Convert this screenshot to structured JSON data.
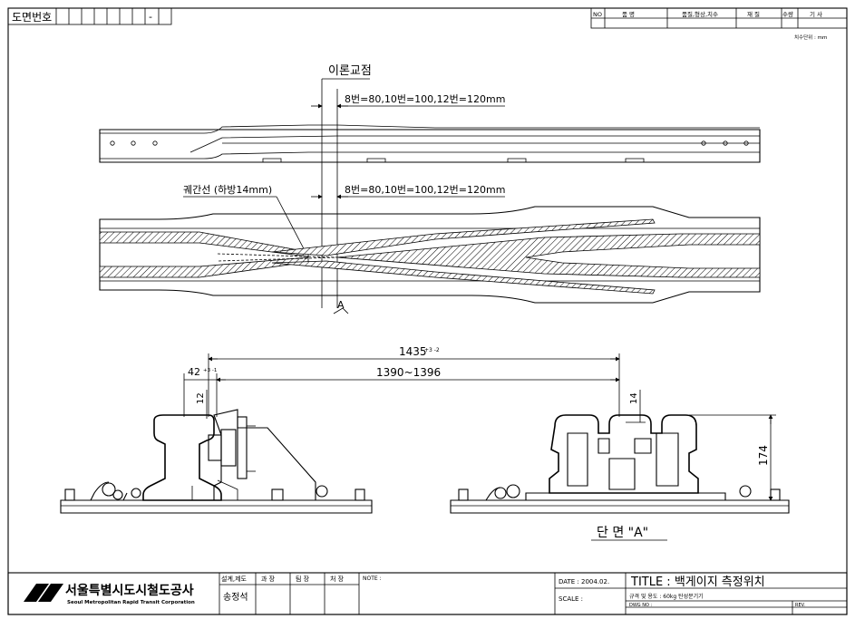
{
  "header": {
    "drawing_number_label": "도면번호",
    "drawing_number_dash": "-",
    "parts_table": {
      "no": "NO",
      "name": "품  명",
      "spec": "품질,형상,치수",
      "material": "재  질",
      "qty": "수량",
      "note": "기  사"
    },
    "unit_note": "치수단위 : mm"
  },
  "plan_view": {
    "theory_point_label": "이론교점",
    "dimension_top": "8번=80,10번=100,12번=120mm",
    "dimension_mid": "8번=80,10번=100,12번=120mm",
    "gauge_line_label": "궤간선 (하방14mm)",
    "section_mark": "A"
  },
  "section_view": {
    "gauge_dim": "1435",
    "gauge_tolerance": "+3 -2",
    "inner_dim": "1390~1396",
    "flange_dim": "42",
    "flange_tolerance": "+3 -1",
    "height_12": "12",
    "height_14": "14",
    "height_174": "174",
    "section_title": "단 면 \"A\""
  },
  "title_block": {
    "company_ko": "서울특별시도시철도공사",
    "company_en": "Seoul Metropolitan Rapid Transit Corporation",
    "approval_headers": [
      "설계,제도",
      "과  장",
      "팀  장",
      "처  장"
    ],
    "designer_name": "송정석",
    "note_label": "NOTE :",
    "date_label": "DATE : 2004.02.",
    "scale_label": "SCALE :",
    "title": "TITLE  : 백게이지 측정위치",
    "spec_label": "규격 및 용도 :  60kg 탄성분기기",
    "dwg_no_label": "DWG NO      :",
    "rev_label": "REV."
  },
  "colors": {
    "ink": "#000000",
    "paper": "#ffffff"
  }
}
